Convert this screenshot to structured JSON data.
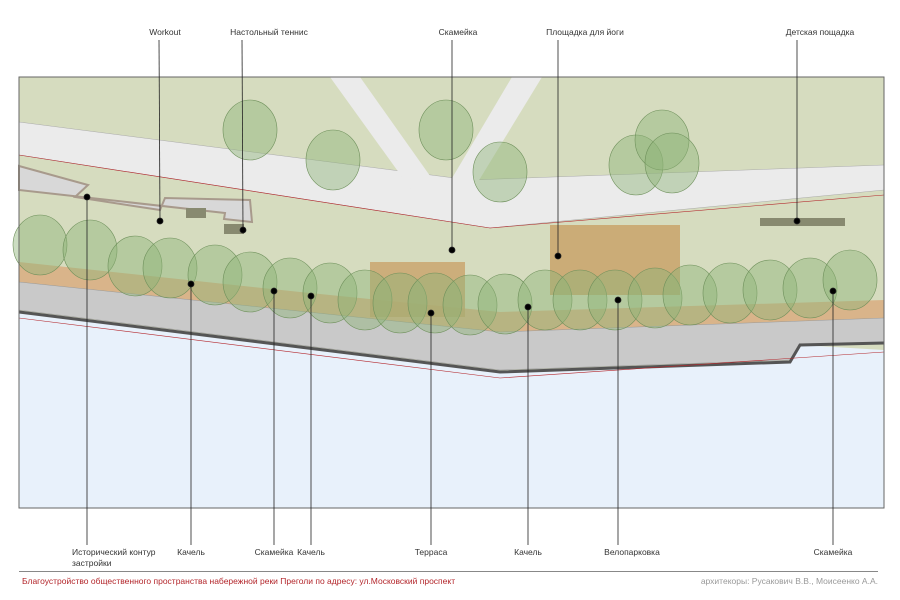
{
  "top_labels": [
    "Workout",
    "Настольный теннис",
    "Скамейка",
    "Площадка для йоги",
    "Детская пощадка"
  ],
  "bottom_labels": [
    "Исторический контур",
    "застройки",
    "Качель",
    "Скамейка",
    "Качель",
    "Терраса",
    "Качель",
    "Велопарковка",
    "Скамейка"
  ],
  "footer": {
    "title": "Благоустройство общественного пространства набережной реки Преголи по адресу: ул.Московский проспект",
    "authors": "архитекоры: Русакович В.В., Моисеенко А.А."
  },
  "colors": {
    "lawn": "#d6dcbf",
    "road": "#ebebeb",
    "water": "#e8f1fb",
    "tree": "#8fb477",
    "deck": "#c9a36a",
    "accent": "#b3262b"
  }
}
